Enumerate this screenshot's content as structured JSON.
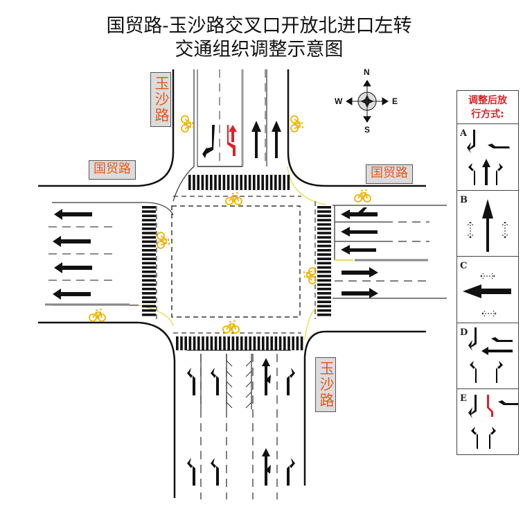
{
  "title": {
    "line1": "国贸路-玉沙路交叉口开放北进口左转",
    "line2": "交通组织调整示意图"
  },
  "road_labels": {
    "north": "玉沙路",
    "south": "玉沙路",
    "west": "国贸路",
    "east": "国贸路"
  },
  "compass": {
    "n": "N",
    "s": "S",
    "e": "E",
    "w": "W"
  },
  "colors": {
    "label_text": "#e05a20",
    "label_bg": "#dcdcdc",
    "bike": "#f0b400",
    "highlight_red": "#e0202a",
    "legend_title": "#d4262a"
  },
  "approaches": {
    "north": {
      "lane_arrows": [
        "left-turn (southbound)",
        "u-turn+straight (red, new)",
        "straight (northbound exit)",
        "straight (northbound exit)"
      ]
    },
    "south": {
      "lane_arrows": [
        "left",
        "left",
        "hatched median",
        "straight+right",
        "right"
      ]
    },
    "west": {
      "lane_arrows": [
        "westbound",
        "westbound",
        "westbound",
        "westbound"
      ]
    },
    "east": {
      "lane_arrows": [
        "u-turn+left",
        "left",
        "left",
        "eastbound",
        "eastbound"
      ]
    }
  },
  "legend": {
    "title_line1": "调整后放",
    "title_line2": "行方式:",
    "panels": [
      {
        "letter": "A",
        "description": "south left/straight/right, north left, east u-turn"
      },
      {
        "letter": "B",
        "description": "north-south straight with pedestrian crossing"
      },
      {
        "letter": "C",
        "description": "west-bound straight with pedestrian crossing"
      },
      {
        "letter": "D",
        "description": "east left turns and north/south turns"
      },
      {
        "letter": "E",
        "description": "north left turn (red) opened"
      }
    ]
  }
}
